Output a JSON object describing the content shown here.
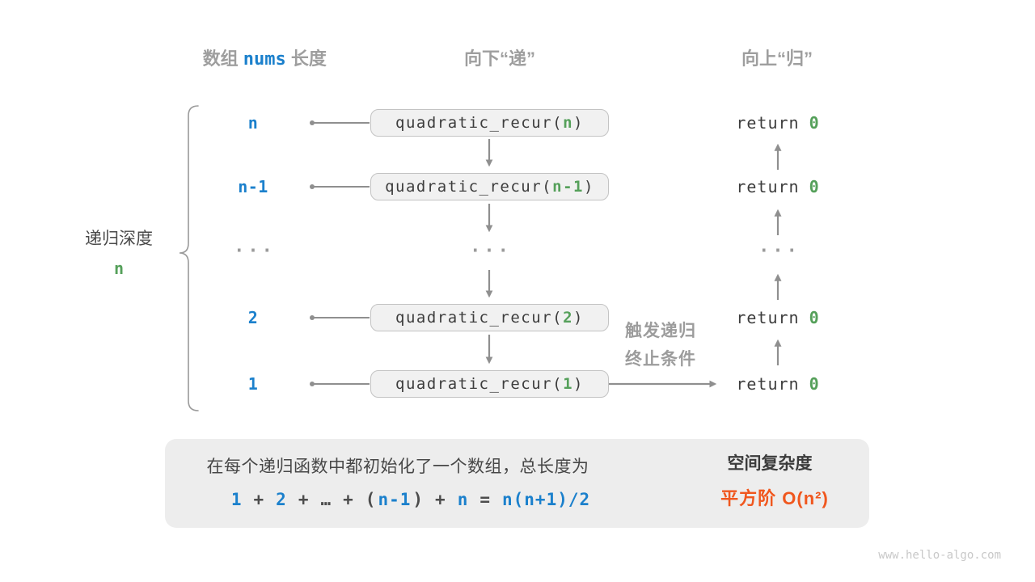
{
  "colors": {
    "blue": "#1b80cc",
    "green": "#55a05a",
    "orange": "#f0571e",
    "gray-label": "#9e9e9e",
    "dark-text": "#3d3d3d",
    "arrow-gray": "#8f8f8f",
    "box-bg": "#f1f1f1",
    "box-border": "#c3c3c3",
    "panel-bg": "#ededed",
    "block-arrow": "#c9c9c9",
    "watermark": "#c8c8c8"
  },
  "headers": {
    "array_label_prefix": "数组",
    "array_var": "nums",
    "array_label_suffix": "长度",
    "downward": "向下“递”",
    "upward": "向上“归”"
  },
  "depth_brace": {
    "label": "递归深度",
    "value": "n"
  },
  "rows": [
    {
      "length": "n",
      "call_prefix": "quadratic_recur(",
      "call_arg": "n",
      "call_suffix": ")",
      "return_keyword": "return",
      "return_value": "0"
    },
    {
      "length": "n-1",
      "call_prefix": "quadratic_recur(",
      "call_arg": "n-1",
      "call_suffix": ")",
      "return_keyword": "return",
      "return_value": "0"
    },
    {
      "ellipsis": "..."
    },
    {
      "length": "2",
      "call_prefix": "quadratic_recur(",
      "call_arg": "2",
      "call_suffix": ")",
      "return_keyword": "return",
      "return_value": "0"
    },
    {
      "length": "1",
      "call_prefix": "quadratic_recur(",
      "call_arg": "1",
      "call_suffix": ")",
      "return_keyword": "return",
      "return_value": "0"
    }
  ],
  "trigger_note": {
    "line1": "触发递归",
    "line2": "终止条件"
  },
  "summary": {
    "description": "在每个递归函数中都初始化了一个数组，总长度为",
    "equation": [
      {
        "text": "1"
      },
      {
        "text": "+"
      },
      {
        "text": "2"
      },
      {
        "text": "+"
      },
      {
        "text": "…"
      },
      {
        "text": "+"
      },
      {
        "text": "("
      },
      {
        "text": "n-1"
      },
      {
        "text": ")"
      },
      {
        "text": "+"
      },
      {
        "text": "n"
      },
      {
        "text": "="
      },
      {
        "text": "n(n+1)/2"
      }
    ],
    "complexity_title": "空间复杂度",
    "complexity_value": "平方阶 O(n²)"
  },
  "watermark": "www.hello-algo.com"
}
